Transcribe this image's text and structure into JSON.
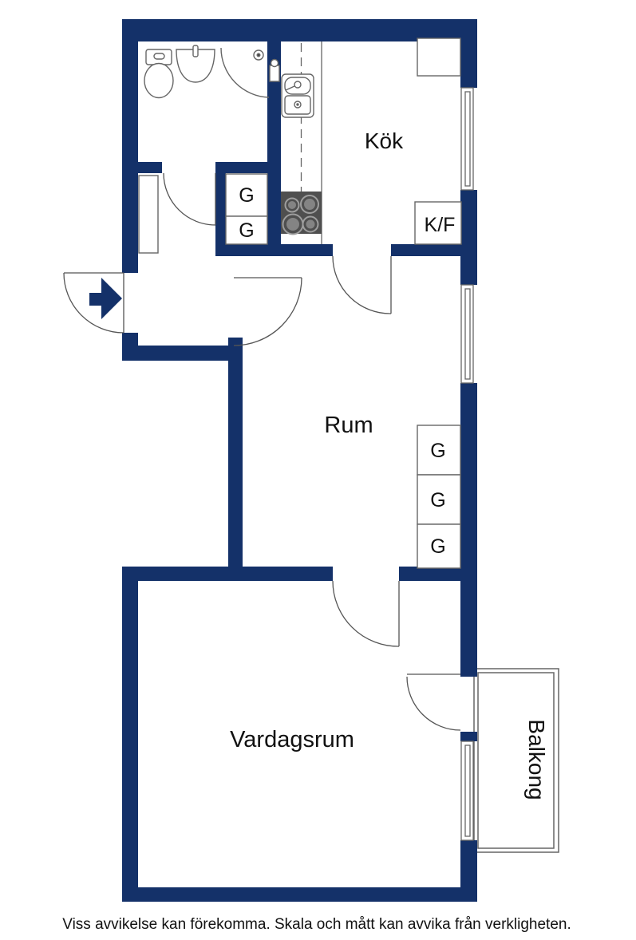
{
  "plan": {
    "labels": {
      "kitchen": "Kök",
      "room": "Rum",
      "living_room": "Vardagsrum",
      "balcony": "Balkong",
      "fridge_freezer": "K/F",
      "wardrobe": "G"
    },
    "colors": {
      "wall": "#143169",
      "line": "#666666",
      "door": "#555555",
      "text": "#111111",
      "stove_body": "#4f4f4f",
      "burner_ring": "#9e9e9e",
      "burner_fill": "#848484"
    },
    "disclaimer": "Viss avvikelse kan förekomma. Skala och mått kan avvika från verkligheten."
  }
}
